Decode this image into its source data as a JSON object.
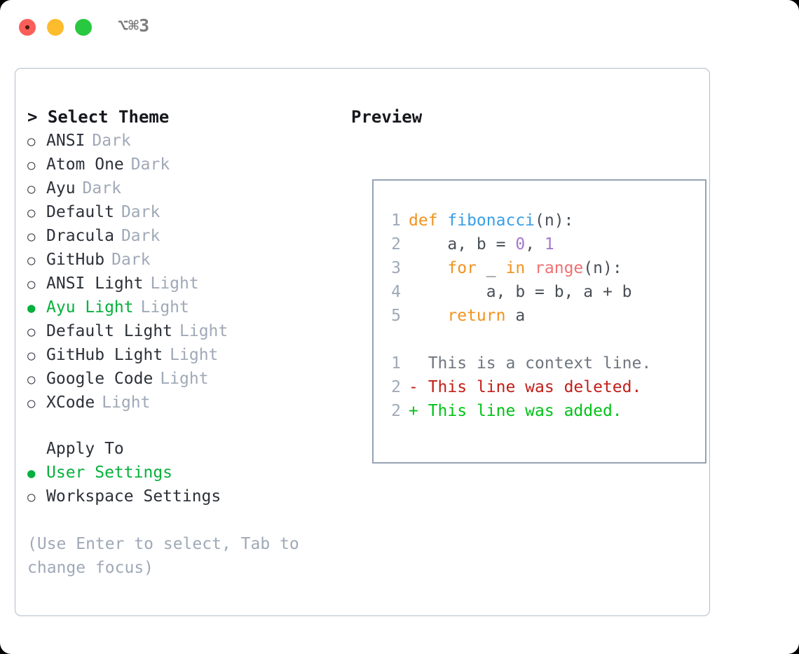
{
  "titlebar": {
    "shortcut": "⌥⌘3",
    "buttons": [
      {
        "name": "close",
        "color": "#fa5f57"
      },
      {
        "name": "minimize",
        "color": "#fdbc2e"
      },
      {
        "name": "maximize",
        "color": "#28c840"
      }
    ]
  },
  "theme_select": {
    "header": "> Select Theme",
    "prompt_marker": ">",
    "markers": {
      "selected": "●",
      "unselected": "○"
    },
    "items": [
      {
        "label": "ANSI",
        "tag": "Dark",
        "selected": false
      },
      {
        "label": "Atom One",
        "tag": "Dark",
        "selected": false
      },
      {
        "label": "Ayu",
        "tag": "Dark",
        "selected": false
      },
      {
        "label": "Default",
        "tag": "Dark",
        "selected": false
      },
      {
        "label": "Dracula",
        "tag": "Dark",
        "selected": false
      },
      {
        "label": "GitHub",
        "tag": "Dark",
        "selected": false
      },
      {
        "label": "ANSI Light",
        "tag": "Light",
        "selected": false
      },
      {
        "label": "Ayu Light",
        "tag": "Light",
        "selected": true
      },
      {
        "label": "Default Light",
        "tag": "Light",
        "selected": false
      },
      {
        "label": "GitHub Light",
        "tag": "Light",
        "selected": false
      },
      {
        "label": "Google Code",
        "tag": "Light",
        "selected": false
      },
      {
        "label": "XCode",
        "tag": "Light",
        "selected": false
      }
    ]
  },
  "apply_to": {
    "header": "Apply To",
    "items": [
      {
        "label": "User Settings",
        "selected": true
      },
      {
        "label": "Workspace Settings",
        "selected": false
      }
    ]
  },
  "hint": "(Use Enter to select, Tab to change focus)",
  "preview": {
    "header": "Preview",
    "code_lines": [
      {
        "n": "1",
        "tokens": [
          {
            "t": "def ",
            "k": "kw"
          },
          {
            "t": "fibonacci",
            "k": "fn"
          },
          {
            "t": "(n):",
            "k": "plain"
          }
        ]
      },
      {
        "n": "2",
        "tokens": [
          {
            "t": "    a, b = ",
            "k": "plain"
          },
          {
            "t": "0",
            "k": "num"
          },
          {
            "t": ", ",
            "k": "plain"
          },
          {
            "t": "1",
            "k": "num"
          }
        ]
      },
      {
        "n": "3",
        "tokens": [
          {
            "t": "    ",
            "k": "plain"
          },
          {
            "t": "for",
            "k": "kw"
          },
          {
            "t": " _ ",
            "k": "plain"
          },
          {
            "t": "in",
            "k": "kw"
          },
          {
            "t": " ",
            "k": "plain"
          },
          {
            "t": "range",
            "k": "bi"
          },
          {
            "t": "(n):",
            "k": "plain"
          }
        ]
      },
      {
        "n": "4",
        "tokens": [
          {
            "t": "        a, b = b, a + b",
            "k": "plain"
          }
        ]
      },
      {
        "n": "5",
        "tokens": [
          {
            "t": "    ",
            "k": "plain"
          },
          {
            "t": "return",
            "k": "kw"
          },
          {
            "t": " a",
            "k": "plain"
          }
        ]
      }
    ],
    "diff_lines": [
      {
        "n": "1",
        "sign": " ",
        "text": " This is a context line.",
        "k": "ctx"
      },
      {
        "n": "2",
        "sign": "-",
        "text": " This line was deleted.",
        "k": "del"
      },
      {
        "n": "2",
        "sign": "+",
        "text": " This line was added.",
        "k": "add"
      }
    ]
  },
  "colors": {
    "accent_green": "#06b03c",
    "muted_gray": "#9fa9b7",
    "text_dark": "#2c3038",
    "keyword_orange": "#f2921d",
    "function_blue": "#399ee6",
    "number_purple": "#a37acc",
    "builtin_red": "#f07171",
    "diff_delete": "#c21f18",
    "diff_add": "#00c217",
    "panel_border": "#b2bcc9",
    "preview_border": "#96a3b4"
  }
}
